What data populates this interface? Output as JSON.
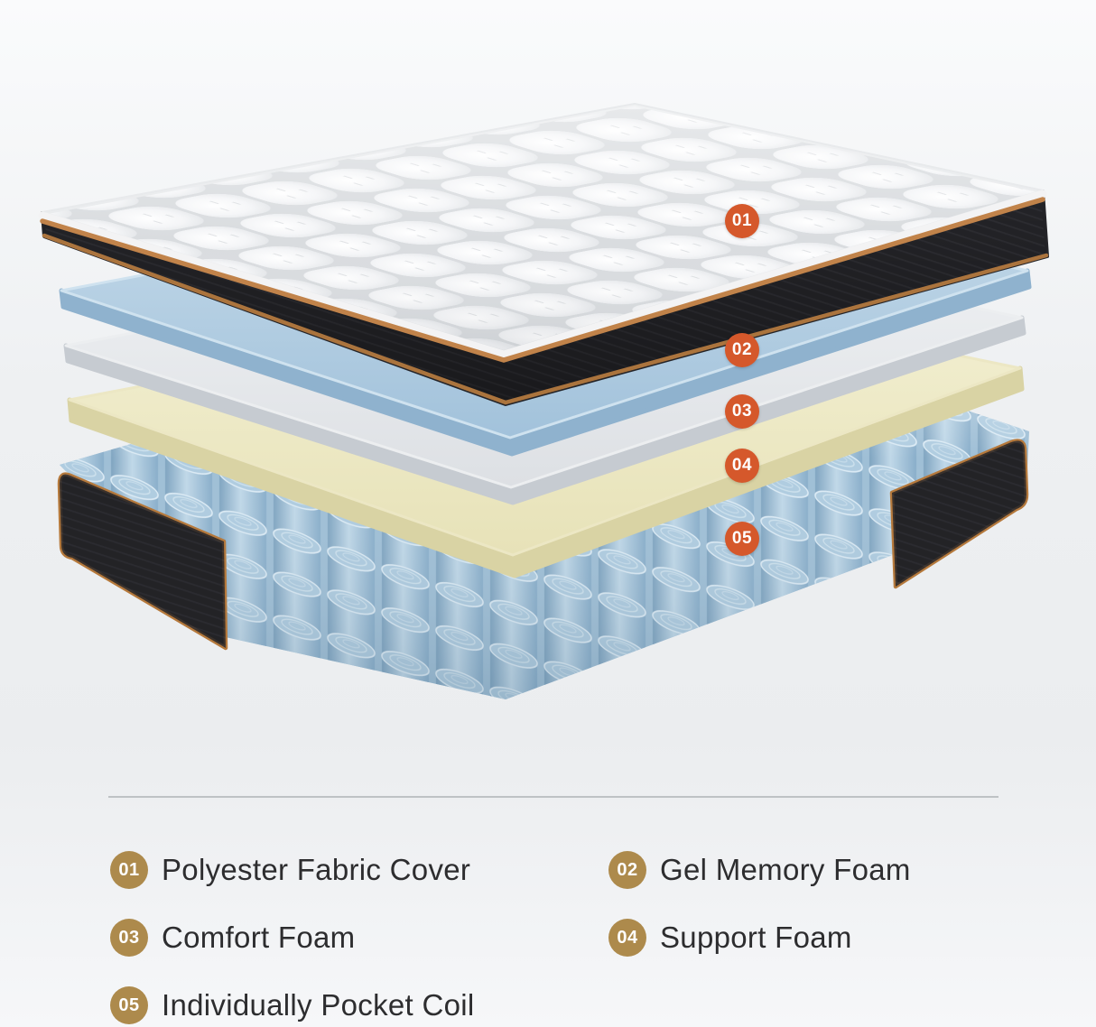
{
  "layers": [
    {
      "id": "01",
      "name": "Polyester Fabric Cover",
      "color": "#F4F5F6"
    },
    {
      "id": "02",
      "name": "Gel Memory Foam",
      "color": "#AECBE2"
    },
    {
      "id": "03",
      "name": "Comfort Foam",
      "color": "#E8EAED"
    },
    {
      "id": "04",
      "name": "Support Foam",
      "color": "#EDE9C4"
    },
    {
      "id": "05",
      "name": "Individually Pocket Coil",
      "color": "#A3C2DA"
    }
  ],
  "legend": {
    "items": [
      {
        "number": "01",
        "label": "Polyester Fabric Cover"
      },
      {
        "number": "02",
        "label": "Gel Memory Foam"
      },
      {
        "number": "03",
        "label": "Comfort Foam"
      },
      {
        "number": "04",
        "label": "Support Foam"
      },
      {
        "number": "05",
        "label": "Individually Pocket Coil"
      }
    ]
  },
  "colors": {
    "callout_badge": "#D5582B",
    "legend_badge": "#AD8A4C",
    "legend_text": "#2D2D2F",
    "mattress_band": "#26262A",
    "piping": "#BE8045",
    "gel_foam": "#AECBE2",
    "comfort_foam": "#E8EAED",
    "support_foam": "#EDE9C4",
    "pocket_coil": "#A3C2DA"
  }
}
